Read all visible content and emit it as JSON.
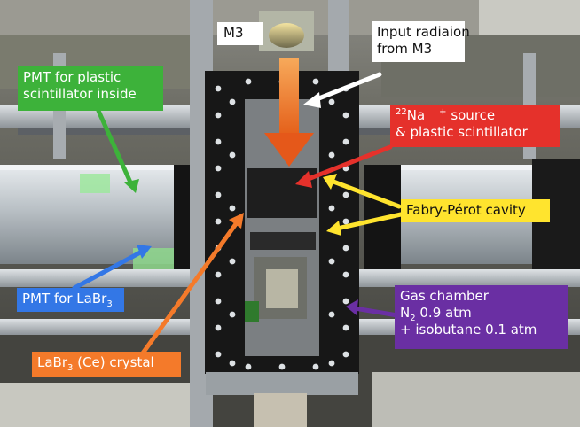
{
  "labels": {
    "m3": "M3",
    "input_line1": "Input radiaion",
    "input_line2": "from M3",
    "pmt_plastic_line1": "PMT for plastic",
    "pmt_plastic_line2": "scintillator inside",
    "na_sup": "22",
    "na_line1_a": "Na",
    "na_line1_sup2": "+",
    "na_line1_b": " source",
    "na_line2": "& plastic scintillator",
    "fabry_perot": "Fabry-Pérot cavity",
    "pmt_labr_prefix": "PMT for LaBr",
    "pmt_labr_sub": "3",
    "gas_line1": "Gas chamber",
    "gas_line2_prefix": "N",
    "gas_line2_sub": "2",
    "gas_line2_suffix": " 0.9 atm",
    "gas_line3": "+ isobutane 0.1 atm",
    "crystal_prefix": "LaBr",
    "crystal_sub": "3",
    "crystal_suffix": " (Ce) crystal"
  },
  "colors": {
    "green": "#3db23a",
    "red": "#e5312b",
    "yellow": "#ffe42e",
    "blue": "#3377e6",
    "purple": "#6a2fa3",
    "orange": "#f47a2a",
    "white": "#ffffff"
  }
}
